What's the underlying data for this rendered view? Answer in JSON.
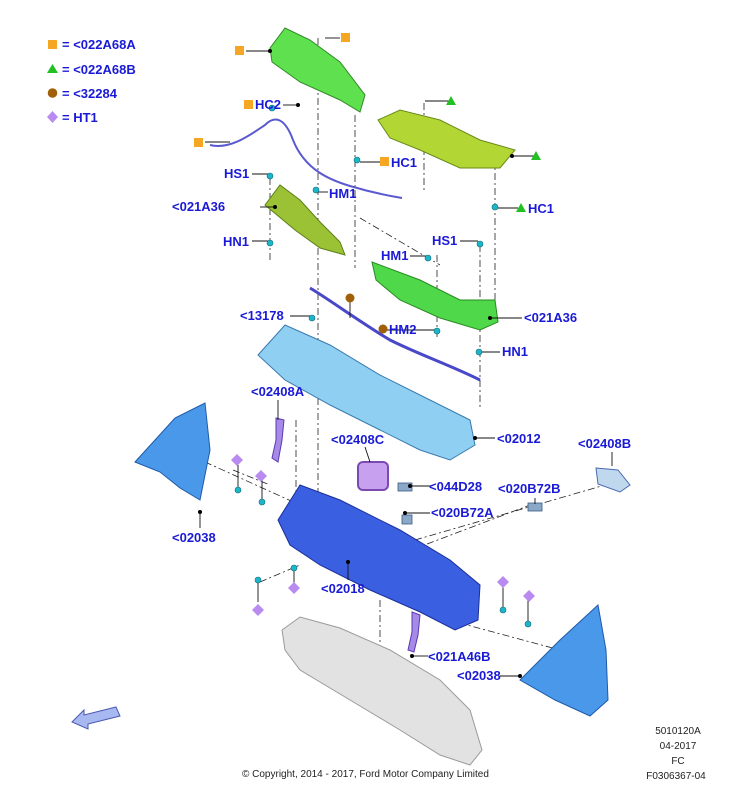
{
  "legend": [
    {
      "symbol": "square",
      "color": "#f5a623",
      "text": "= <022A68A"
    },
    {
      "symbol": "triangle",
      "color": "#22c022",
      "text": "= <022A68B"
    },
    {
      "symbol": "circle",
      "color": "#a0600a",
      "text": "= <32284"
    },
    {
      "symbol": "diamond",
      "color": "#b98af0",
      "text": "= HT1"
    }
  ],
  "labels": {
    "hc2": "HC2",
    "hc1_top": "HC1",
    "hs1_left": "HS1",
    "hm1_left": "HM1",
    "p021A36_left": "<021A36",
    "hn1_left": "HN1",
    "hc1_right": "HC1",
    "hs1_right": "HS1",
    "hm1_right": "HM1",
    "p13178": "<13178",
    "hm2": "HM2",
    "p021A36_right": "<021A36",
    "hn1_right": "HN1",
    "p02408A": "<02408A",
    "p02408C": "<02408C",
    "p02012": "<02012",
    "p02408B": "<02408B",
    "p044D28": "<044D28",
    "p020B72B": "<020B72B",
    "p020B72A": "<020B72A",
    "p02038_left": "<02038",
    "p02018": "<02018",
    "p021A46B": "<021A46B",
    "p02038_right": "<02038"
  },
  "meta": {
    "code": "5010120A",
    "date": "04-2017",
    "fc": "FC",
    "figure": "F0306367-04"
  },
  "copyright": "© Copyright, 2014 - 2017, Ford Motor Company Limited",
  "colors": {
    "label": "#1a1ad6",
    "cowl_green": "#5fe04f",
    "cowl_olive": "#b2d735",
    "panel_lightblue": "#7cc6ef",
    "dash_blue": "#3a5fe0",
    "side_blue": "#3f8ee8",
    "insulator_grey": "#d9d9d9",
    "clip_cyan": "#1fb5c9",
    "wire_purple": "#5a5ad0"
  }
}
